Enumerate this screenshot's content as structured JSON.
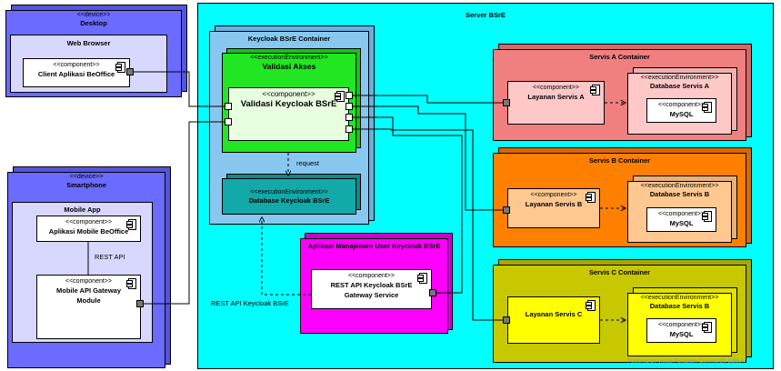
{
  "desktop": {
    "stereotype": "<<device>>",
    "name": "Desktop"
  },
  "web_browser": {
    "name": "Web Browser"
  },
  "client_app": {
    "stereotype": "<<component>>",
    "name": "Client Aplikasi BeOffice"
  },
  "smartphone": {
    "stereotype": "<<device>>",
    "name": "Smartphone"
  },
  "mobile_app": {
    "name": "Mobile App"
  },
  "aplikasi_mobile": {
    "stereotype": "<<component>>",
    "name": "Aplikasi Mobile BeOffice"
  },
  "rest_api_label": "REST API",
  "gateway_module": {
    "stereotype": "<<component>>",
    "name_line1": "Mobile API Gateway",
    "name_line2": "Module"
  },
  "server": {
    "name": "Server BSrE"
  },
  "keycloak_container": {
    "name": "Keycloak BSrE Container"
  },
  "validasi_akses": {
    "stereotype": "<<executionEnvironment>>",
    "name": "Validasi Akses"
  },
  "validasi_keycloak": {
    "stereotype": "<<component>>",
    "name": "Validasi Keycloak BSrE"
  },
  "request_label": "request",
  "db_keycloak": {
    "stereotype": "<<executionEnvironment>>",
    "name": "Database Keycloak BSrE"
  },
  "manajemen_user": {
    "name": "Aplikasi Manajemen User Keycloak BSrE"
  },
  "rest_api_gateway": {
    "stereotype": "<<component>>",
    "name_line1": "REST API Keycloak BSrE",
    "name_line2": "Gateway Service"
  },
  "rest_api_keycloak_label": "REST API Keycloak BSrE",
  "servis_a": {
    "name": "Servis A Container",
    "component_stereotype": "<<component>>",
    "component": "Layanan Servis A",
    "env_stereotype": "<<executionEnvironment>>",
    "db": "Database Servis A",
    "db_component_stereotype": "<<component>>",
    "db_component": "MySQL"
  },
  "servis_b": {
    "name": "Servis B Container",
    "component_stereotype": "<<component>>",
    "component": "Layanan Servis B",
    "env_stereotype": "<<executionEnvironment>>",
    "db": "Database Servis B",
    "db_component_stereotype": "<<component>>",
    "db_component": "MySQL"
  },
  "servis_c": {
    "name": "Servis C Container",
    "component_stereotype": "<<component>>",
    "component": "Layanan Servis C",
    "env_stereotype": "<<executionEnvironment>>",
    "db": "Database Servis B",
    "db_component_stereotype": "<<component>>",
    "db_component": "MySQL"
  },
  "watermark": "Powered by Visual Paradigm Community Edition",
  "colors": {
    "device": "#6b6bff",
    "server": "#00ffff",
    "keycloak": "#88c8f0",
    "validasi": "#22e622",
    "db_keycloak": "#13a9a9",
    "magenta": "#ff00ff",
    "servis_a": "#f08080",
    "servis_a_comp": "#ffc8c8",
    "servis_b": "#ff8000",
    "servis_b_comp": "#ffc890",
    "servis_c": "#c8c800",
    "servis_c_comp": "#ffff00"
  }
}
